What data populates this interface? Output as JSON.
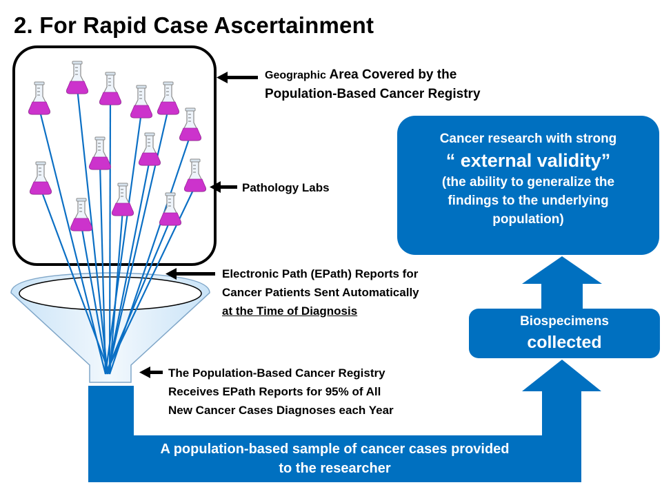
{
  "title": "2. For Rapid Case Ascertainment",
  "labels": {
    "area_small": "Geographic",
    "area_rest": "Area Covered by the",
    "area_line2": "Population-Based Cancer Registry",
    "labs": "Pathology Labs",
    "epath_line1": "Electronic Path (EPath) Reports for",
    "epath_line2": "Cancer Patients Sent Automatically",
    "epath_line3": "at the Time of Diagnosis",
    "registry_line1": "The Population-Based Cancer Registry",
    "registry_line2": "Receives EPath Reports for 95% of All",
    "registry_line3": "New Cancer Cases Diagnoses each Year"
  },
  "research_box": {
    "line1": "Cancer research with strong",
    "line2": "“ external validity”",
    "line3": "(the ability to generalize the",
    "line4": "findings to the underlying",
    "line5": "population)"
  },
  "biospecimens": {
    "line1": "Biospecimens",
    "line2": "collected"
  },
  "sample": {
    "line1": "A population-based sample of cancer cases provided",
    "line2": "to the researcher"
  },
  "colors": {
    "blue": "#0070c0",
    "flask_fill": "#cc33cc",
    "funnel_fill": "#ddeeff",
    "line_blue": "#0b6fc4"
  }
}
